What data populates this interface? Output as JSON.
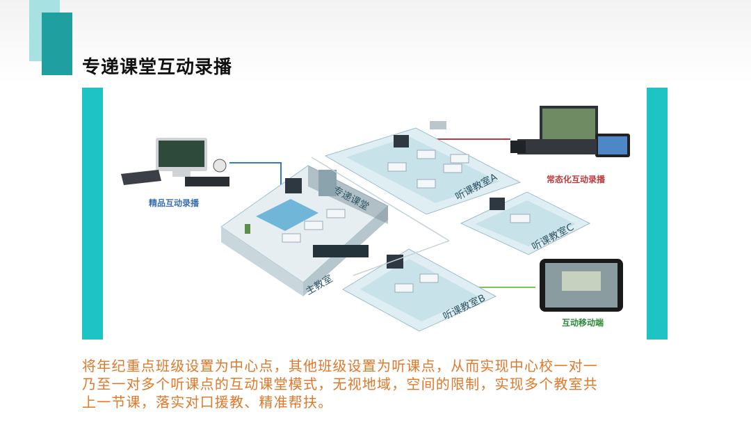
{
  "title": "专递课堂互动录播",
  "labels": {
    "main_classroom": "主教室",
    "special_classroom": "专递课堂",
    "listen_a": "听课教室A",
    "listen_b": "听课教室B",
    "listen_c": "听课教室C",
    "premium_recording": "精品互动录播",
    "regular_recording": "常态化互动录播",
    "mobile": "互动移动端"
  },
  "colors": {
    "accent": "#1ec3c3",
    "caption": "#e0782a",
    "blue_label": "#3a6fb0",
    "red_label": "#c0393c",
    "green_label": "#2f8a3a"
  },
  "caption": {
    "line1": "将年纪重点班级设置为中心点，其他班级设置为听课点，从而实现中心校一对一",
    "line2": "乃至一对多个听课点的互动课堂模式，无视地域，空间的限制，实现多个教室共",
    "line3": "上一节课，落实对口援教、精准帮扶。"
  }
}
